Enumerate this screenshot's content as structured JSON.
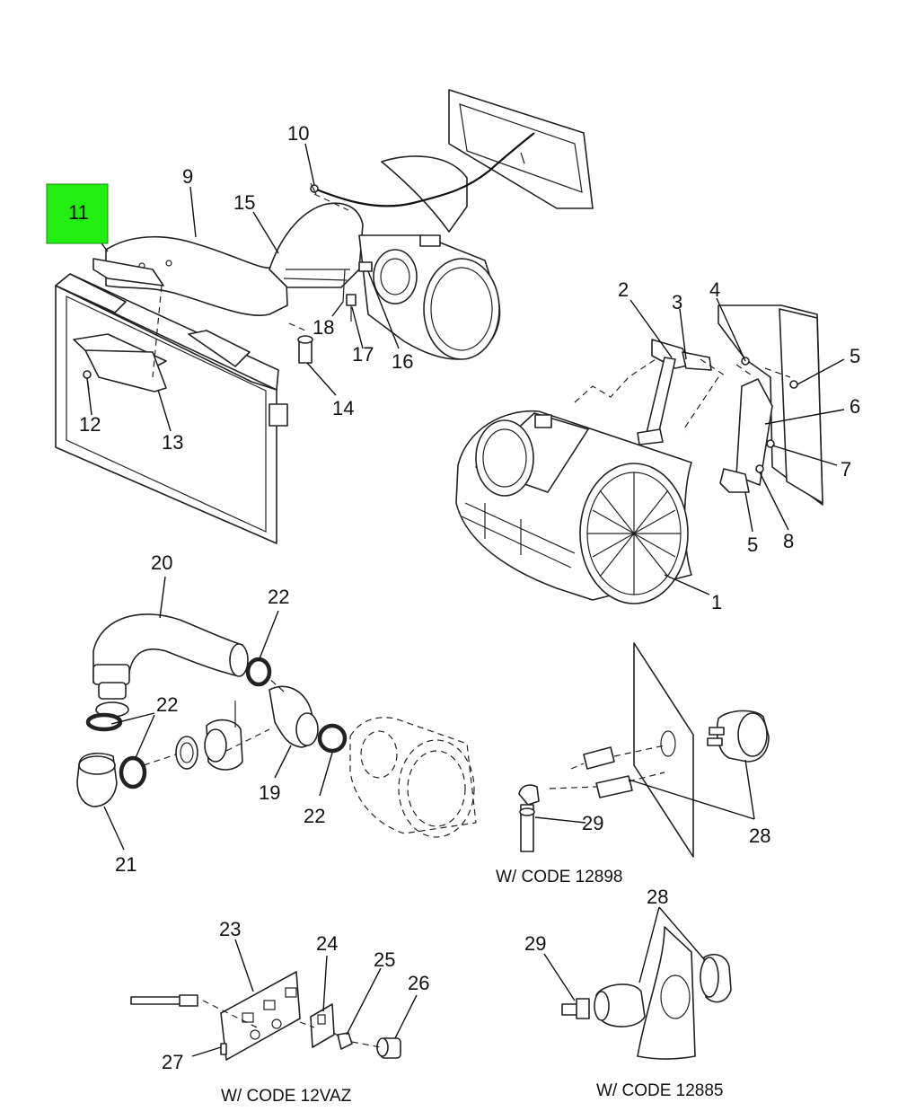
{
  "diagram": {
    "highlight_color": "#22ee11",
    "callouts": [
      {
        "label": "1"
      },
      {
        "label": "2"
      },
      {
        "label": "3"
      },
      {
        "label": "4"
      },
      {
        "label": "5"
      },
      {
        "label": "5"
      },
      {
        "label": "6"
      },
      {
        "label": "7"
      },
      {
        "label": "8"
      },
      {
        "label": "9"
      },
      {
        "label": "10"
      },
      {
        "label": "11"
      },
      {
        "label": "12"
      },
      {
        "label": "13"
      },
      {
        "label": "14"
      },
      {
        "label": "15"
      },
      {
        "label": "16"
      },
      {
        "label": "17"
      },
      {
        "label": "18"
      },
      {
        "label": "19"
      },
      {
        "label": "20"
      },
      {
        "label": "21"
      },
      {
        "label": "22"
      },
      {
        "label": "22"
      },
      {
        "label": "22"
      },
      {
        "label": "23"
      },
      {
        "label": "24"
      },
      {
        "label": "25"
      },
      {
        "label": "26"
      },
      {
        "label": "27"
      },
      {
        "label": "28"
      },
      {
        "label": "28"
      },
      {
        "label": "29"
      },
      {
        "label": "29"
      }
    ],
    "captions": [
      {
        "text": "W/ CODE 12898"
      },
      {
        "text": "W/ CODE 12VAZ"
      },
      {
        "text": "W/ CODE 12885"
      }
    ]
  }
}
